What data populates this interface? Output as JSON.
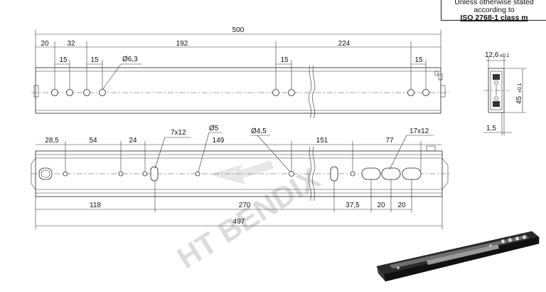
{
  "tolerance_note": {
    "line1": "Unless otherwise stated",
    "line2": "according to",
    "line3": "ISO 2768-1 class m"
  },
  "top_view": {
    "overall": "500",
    "spacing": [
      "20",
      "32",
      "192",
      "224"
    ],
    "hole_pitch": [
      "15",
      "15",
      "15",
      "15"
    ],
    "hole_diameter": "Ø6,3"
  },
  "side_view": {
    "width": "12,6",
    "width_tol": "±0,1",
    "height": "45",
    "height_tol": "±0,1",
    "thickness": "1,5"
  },
  "bottom_view": {
    "top_dims": [
      "28,5",
      "54",
      "24",
      "149",
      "151",
      "77"
    ],
    "slot_small": "7x12",
    "hole_small": "Ø5",
    "hole_medium": "Ø4,5",
    "slot_large": "17x12",
    "bottom_dims": [
      "118",
      "270",
      "37,5",
      "20",
      "20"
    ],
    "overall": "497"
  },
  "watermark": "HT BENDIX"
}
